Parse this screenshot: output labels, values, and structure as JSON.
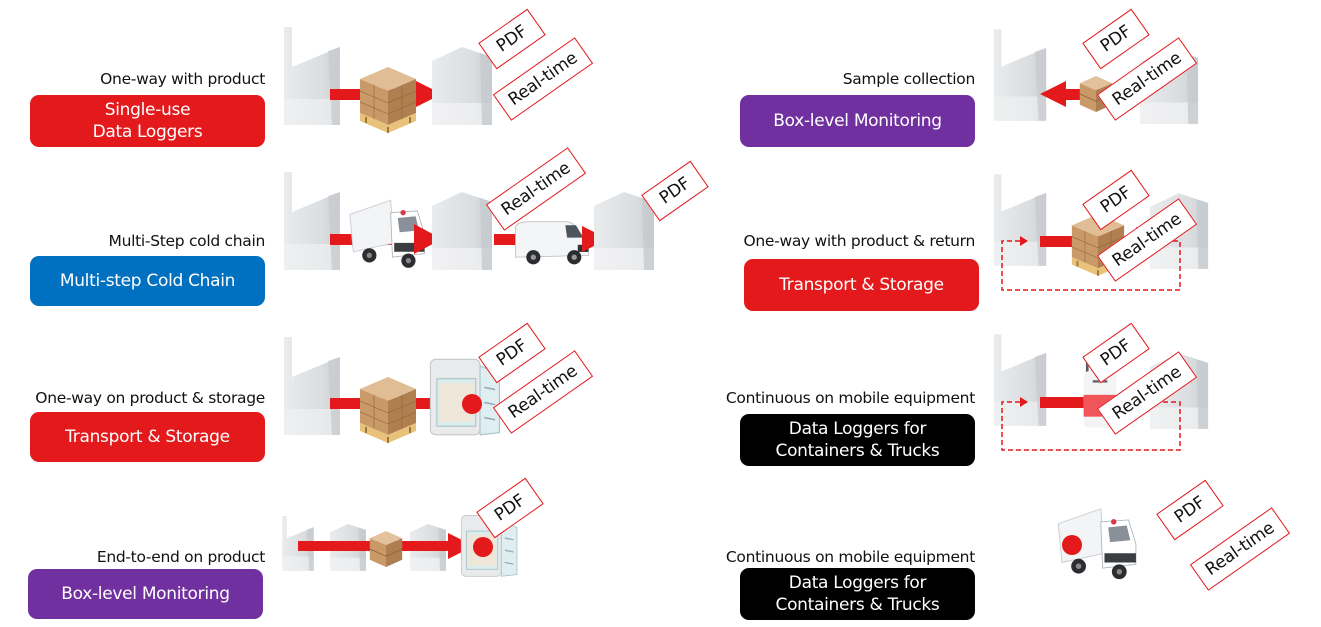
{
  "colors": {
    "accent_red": "#e3191c",
    "blue": "#0070c0",
    "purple": "#7030a0",
    "black": "#000000",
    "building_gray": "#dcdfe2"
  },
  "tag_labels": {
    "pdf": "PDF",
    "realtime": "Real-time"
  },
  "left": [
    {
      "caption": "One-way with product",
      "button_lines": [
        "Single-use",
        "Data Loggers"
      ],
      "button_color": "red",
      "scene": [
        "factory",
        "pallet",
        "arrow-right",
        "warehouse"
      ],
      "tags": [
        "PDF",
        "Real-time"
      ]
    },
    {
      "caption": "Multi-Step cold chain",
      "button_lines": [
        "Multi-step Cold Chain"
      ],
      "button_color": "blue",
      "scene": [
        "factory",
        "truck",
        "arrow-right",
        "warehouse",
        "van",
        "arrow-right",
        "warehouse"
      ],
      "tags": [
        "Real-time",
        "PDF"
      ]
    },
    {
      "caption": "One-way on product & storage",
      "button_lines": [
        "Transport & Storage"
      ],
      "button_color": "red",
      "scene": [
        "factory",
        "pallet",
        "arrow-right",
        "refrigerator",
        "logger-dot"
      ],
      "tags": [
        "PDF",
        "Real-time"
      ]
    },
    {
      "caption": "End-to-end on product",
      "button_lines": [
        "Box-level Monitoring"
      ],
      "button_color": "purple",
      "scene": [
        "factory",
        "warehouse",
        "box",
        "warehouse",
        "arrow-right",
        "refrigerator",
        "logger-dot"
      ],
      "tags": [
        "PDF"
      ]
    }
  ],
  "right": [
    {
      "caption": "Sample collection",
      "button_lines": [
        "Box-level Monitoring"
      ],
      "button_color": "purple",
      "scene": [
        "factory",
        "arrow-left",
        "box",
        "warehouse"
      ],
      "tags": [
        "PDF",
        "Real-time"
      ]
    },
    {
      "caption": "One-way with product & return",
      "button_lines": [
        "Transport & Storage"
      ],
      "button_color": "red",
      "scene": [
        "factory",
        "pallet",
        "arrow-right",
        "warehouse",
        "dashed-return-loop"
      ],
      "tags": [
        "PDF",
        "Real-time"
      ]
    },
    {
      "caption": "Continuous on mobile equipment",
      "button_lines": [
        "Data Loggers for",
        "Containers & Trucks"
      ],
      "button_color": "black",
      "scene": [
        "factory",
        "cooler-container",
        "arrow-right",
        "warehouse",
        "dashed-return-loop"
      ],
      "tags": [
        "PDF",
        "Real-time"
      ]
    },
    {
      "caption": "Continuous on mobile equipment",
      "button_lines": [
        "Data Loggers for",
        "Containers & Trucks"
      ],
      "button_color": "black",
      "scene": [
        "truck",
        "logger-dot"
      ],
      "tags": [
        "PDF",
        "Real-time"
      ]
    }
  ]
}
